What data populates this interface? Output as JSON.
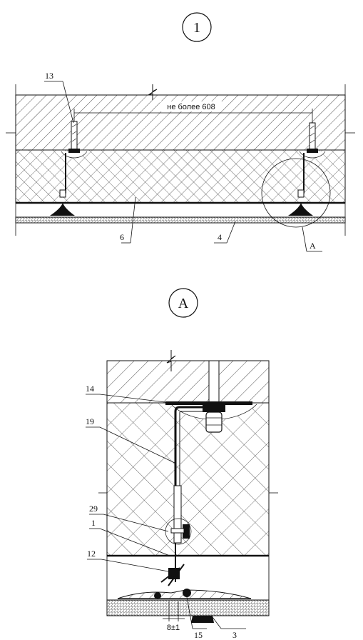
{
  "top_view": {
    "title": "1",
    "dimension": "не более 608",
    "callouts": {
      "c13": "13",
      "c6": "6",
      "c4": "4",
      "cA": "A"
    }
  },
  "detail_view": {
    "title": "A",
    "dimension": "8±1",
    "callouts": {
      "c14": "14",
      "c19": "19",
      "c29": "29",
      "c1": "1",
      "c12": "12",
      "c15": "15",
      "c3": "3"
    }
  },
  "colors": {
    "line": "#111111",
    "background": "#ffffff"
  }
}
